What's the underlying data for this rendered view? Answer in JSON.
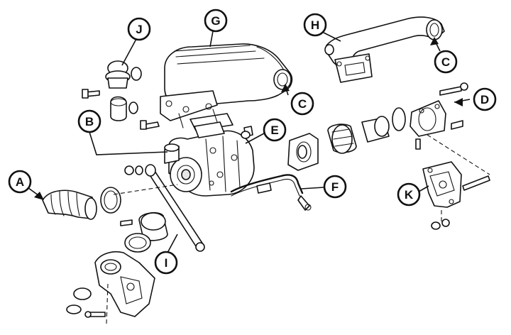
{
  "callouts": [
    {
      "id": "A",
      "label": "A"
    },
    {
      "id": "B",
      "label": "B"
    },
    {
      "id": "C1",
      "label": "C"
    },
    {
      "id": "C2",
      "label": "C"
    },
    {
      "id": "D",
      "label": "D"
    },
    {
      "id": "E",
      "label": "E"
    },
    {
      "id": "F",
      "label": "F"
    },
    {
      "id": "G",
      "label": "G"
    },
    {
      "id": "H",
      "label": "H"
    },
    {
      "id": "I",
      "label": "I"
    },
    {
      "id": "J",
      "label": "J"
    },
    {
      "id": "K",
      "label": "K"
    }
  ]
}
